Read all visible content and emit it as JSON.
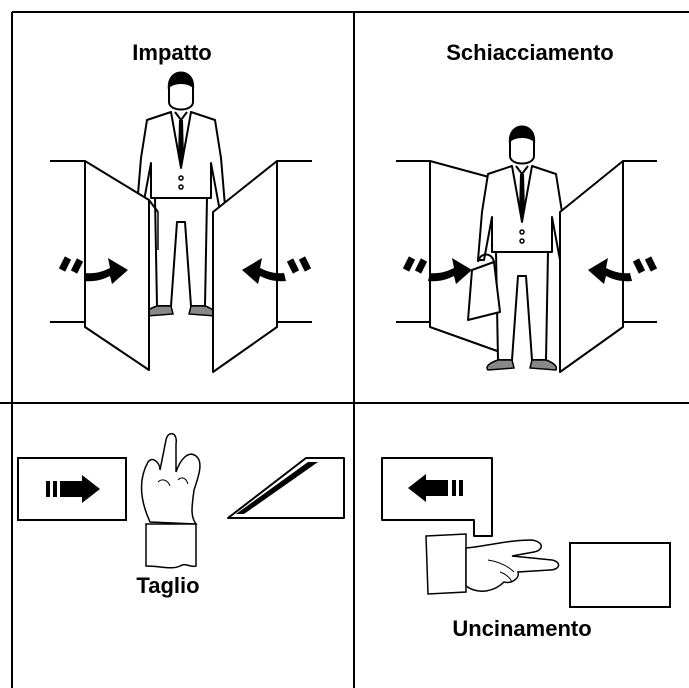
{
  "panels": {
    "top_left": {
      "title": "Impatto"
    },
    "top_right": {
      "title": "Schiacciamento"
    },
    "bottom_left": {
      "title": "Taglio"
    },
    "bottom_right": {
      "title": "Uncinamento"
    }
  },
  "colors": {
    "line": "#000000",
    "skin_shade": "#777777",
    "background": "#ffffff"
  }
}
